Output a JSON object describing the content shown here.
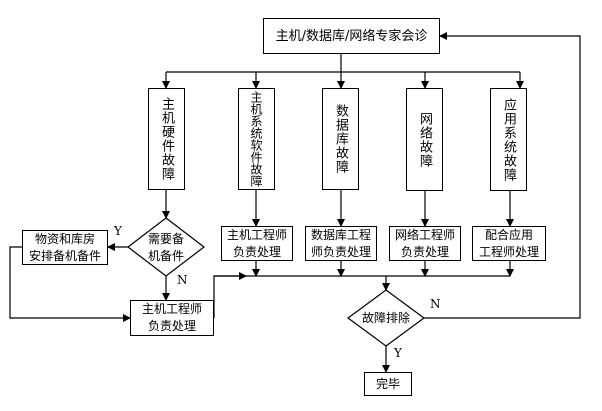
{
  "diagram": {
    "consult": "主机/数据库/网络专家会诊",
    "faults": [
      "主机硬件故障",
      "主机系统软件故障",
      "数据库故障",
      "网络故障",
      "应用系统故障"
    ],
    "need_spare": "需要备机备件",
    "need_spare_lines": [
      "需要备",
      "机备件"
    ],
    "warehouse_lines": [
      "物资和库房",
      "安排备机备件"
    ],
    "host_eng_hw_lines": [
      "主机工程师",
      "负责处理"
    ],
    "handlers": [
      {
        "lines": [
          "主机工程师",
          "负责处理"
        ]
      },
      {
        "lines": [
          "数据库工程",
          "师负责处理"
        ]
      },
      {
        "lines": [
          "网络工程师",
          "负责处理"
        ]
      },
      {
        "lines": [
          "配合应用",
          "工程师处理"
        ]
      }
    ],
    "resolved": "故障排除",
    "done": "完毕",
    "labels": {
      "spare_yes": "Y",
      "spare_no": "N",
      "resolved_no": "N",
      "resolved_yes": "Y"
    },
    "line_color": "#000000"
  }
}
